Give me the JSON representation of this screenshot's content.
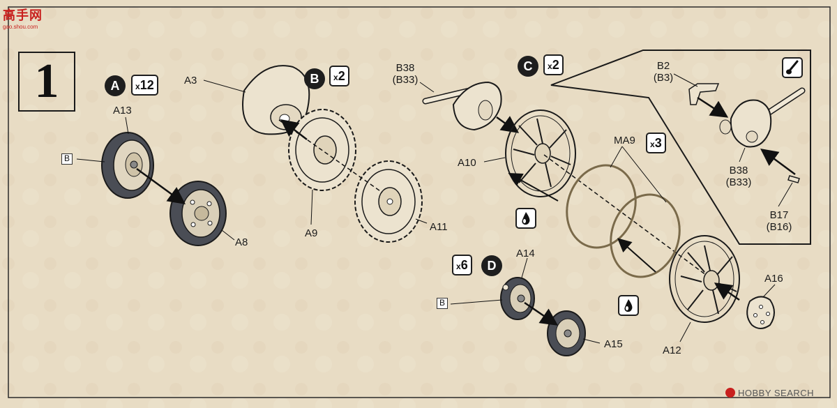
{
  "watermark": {
    "top_left_text": "高手网",
    "top_left_url": "gao.shou.com"
  },
  "step": {
    "number": "1"
  },
  "groups": [
    {
      "letter": "A",
      "qty_prefix": "x",
      "qty": "12"
    },
    {
      "letter": "B",
      "qty_prefix": "x",
      "qty": "2"
    },
    {
      "letter": "C",
      "qty_prefix": "x",
      "qty": "2"
    },
    {
      "letter": "D",
      "qty_prefix": "x",
      "qty": "6"
    }
  ],
  "ma9_qty": {
    "prefix": "x",
    "qty": "3"
  },
  "boxed_b": "B",
  "parts": {
    "A13": "A13",
    "A8": "A8",
    "A3": "A3",
    "A9": "A9",
    "A11": "A11",
    "B38": "B38",
    "B33": "(B33)",
    "A10": "A10",
    "MA9": "MA9",
    "A14": "A14",
    "A15": "A15",
    "A12": "A12",
    "A16": "A16",
    "B2": "B2",
    "B3": "(B3)",
    "B38b": "B38",
    "B33b": "(B33)",
    "B17": "B17",
    "B16": "(B16)"
  },
  "icons": [
    "glue-drop-icon",
    "glue-drop-icon",
    "cement-brush-icon"
  ],
  "source_brand": "HOBBY SEARCH",
  "colors": {
    "paper": "#e8dcc4",
    "ink": "#1a1a1a",
    "rubber": "#4a4d55",
    "part": "#ece3cf",
    "brand_red": "#c8201e"
  }
}
